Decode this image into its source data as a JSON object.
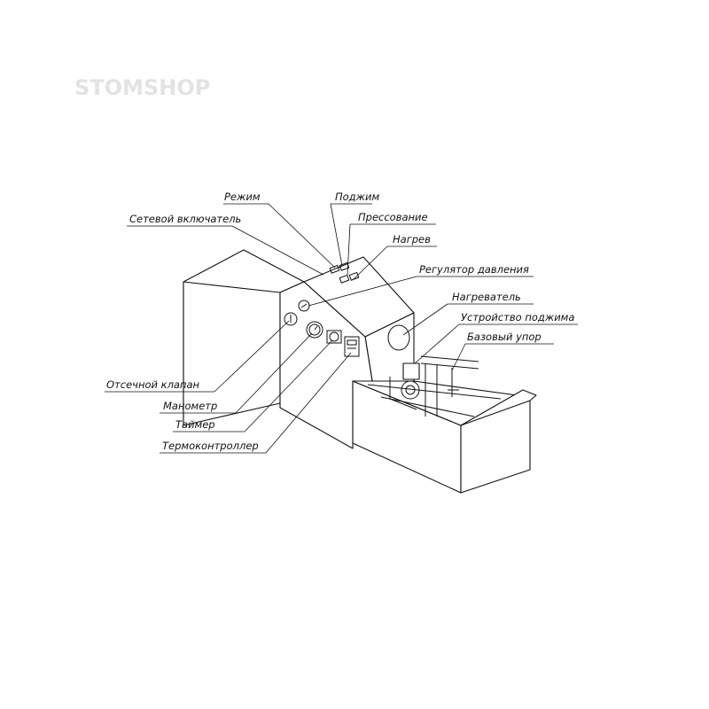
{
  "watermark": "STOMSHOP",
  "labels": {
    "rezhim": "Режим",
    "podzhim": "Поджим",
    "setevoy": "Сетевой включатель",
    "pressovanie": "Прессование",
    "nagrev": "Нагрев",
    "regulyator": "Регулятор давления",
    "nagrevatel": "Нагреватель",
    "ustroystvo": "Устройство поджима",
    "bazovy": "Базовый упор",
    "otsechnoy": "Отсечной клапан",
    "manometr": "Манометр",
    "taymer": "Таймер",
    "termokontroller": "Термоконтроллер"
  }
}
